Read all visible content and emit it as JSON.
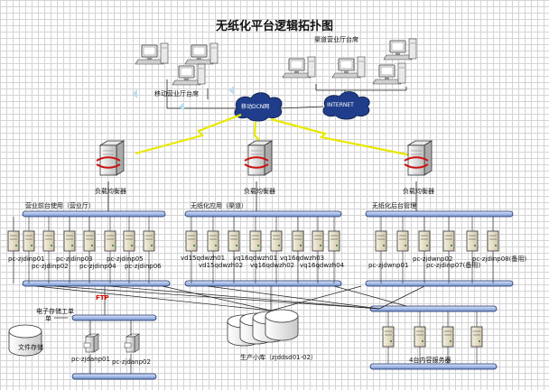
{
  "title": "无纸化平台逻辑拓扑图",
  "top": {
    "mobile_hall_label": "移动营业厅台席",
    "channel_hall_label": "渠道营业厅台席",
    "mobile_dcn_label": "移动DCN网",
    "internet_label": "INTERNET"
  },
  "load_balancer_label": "负载均衡器",
  "groups": [
    {
      "title": "营业前台使用（营业厅）",
      "row1": [
        "pc-zjdinp01",
        "pc-zjdinp03",
        "pc-zjdinp05"
      ],
      "row2": [
        "pc-zjdinp02",
        "pc-zjdinp04",
        "pc-zjdinp06"
      ]
    },
    {
      "title": "无纸化应用（渠道）",
      "row1": [
        "vd15qdwzh01",
        "vq16qdwzh01",
        "vq16qdwzh03"
      ],
      "row2": [
        "vd15qdwzh02",
        "vq16qdwzh02",
        "vq16qdwzh04"
      ]
    },
    {
      "title": "无纸化后台管理",
      "row1": [
        "pc-zjdwnp01",
        "pc-zjdwnp02",
        "pc-zjdinp08(备用)"
      ],
      "row2": [
        "pc-zjdinp07(备用)"
      ]
    }
  ],
  "storage": {
    "title": "电子存储工单",
    "file_label": "文件存储",
    "ftp_label": "FTP",
    "hosts": [
      "pc-zjdanp01",
      "pc-zjdanp02"
    ]
  },
  "db_label": "生产小库（zjddsd01-02）",
  "content_servers_label": "4台内容服务器",
  "colors": {
    "bus": "#aac0e8",
    "bus_border": "#1c2f66",
    "lightning": "#e8e800",
    "cloud": "#1f3d8a",
    "ftp": "#e00000"
  }
}
